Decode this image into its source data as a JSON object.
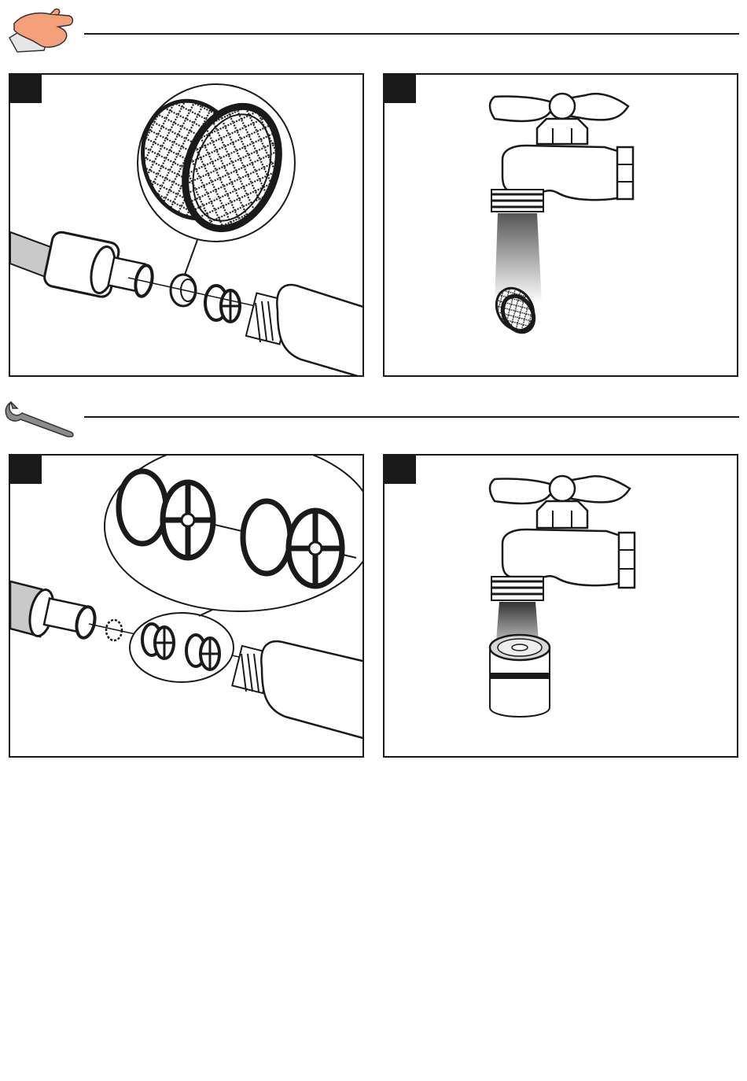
{
  "page": {
    "background": "#ffffff",
    "ink": "#1a1a1a"
  },
  "sections": [
    {
      "icon": "hand-cleaning-icon",
      "accent": "#f4a07a"
    },
    {
      "icon": "wrench-icon",
      "accent": "#8c8c8c"
    }
  ],
  "panels": [
    {
      "id": "hose-screen-detail",
      "badge": ""
    },
    {
      "id": "faucet-screen-rinse",
      "badge": ""
    },
    {
      "id": "hose-check-valve-detail",
      "badge": ""
    },
    {
      "id": "faucet-aerator-rinse",
      "badge": ""
    }
  ]
}
